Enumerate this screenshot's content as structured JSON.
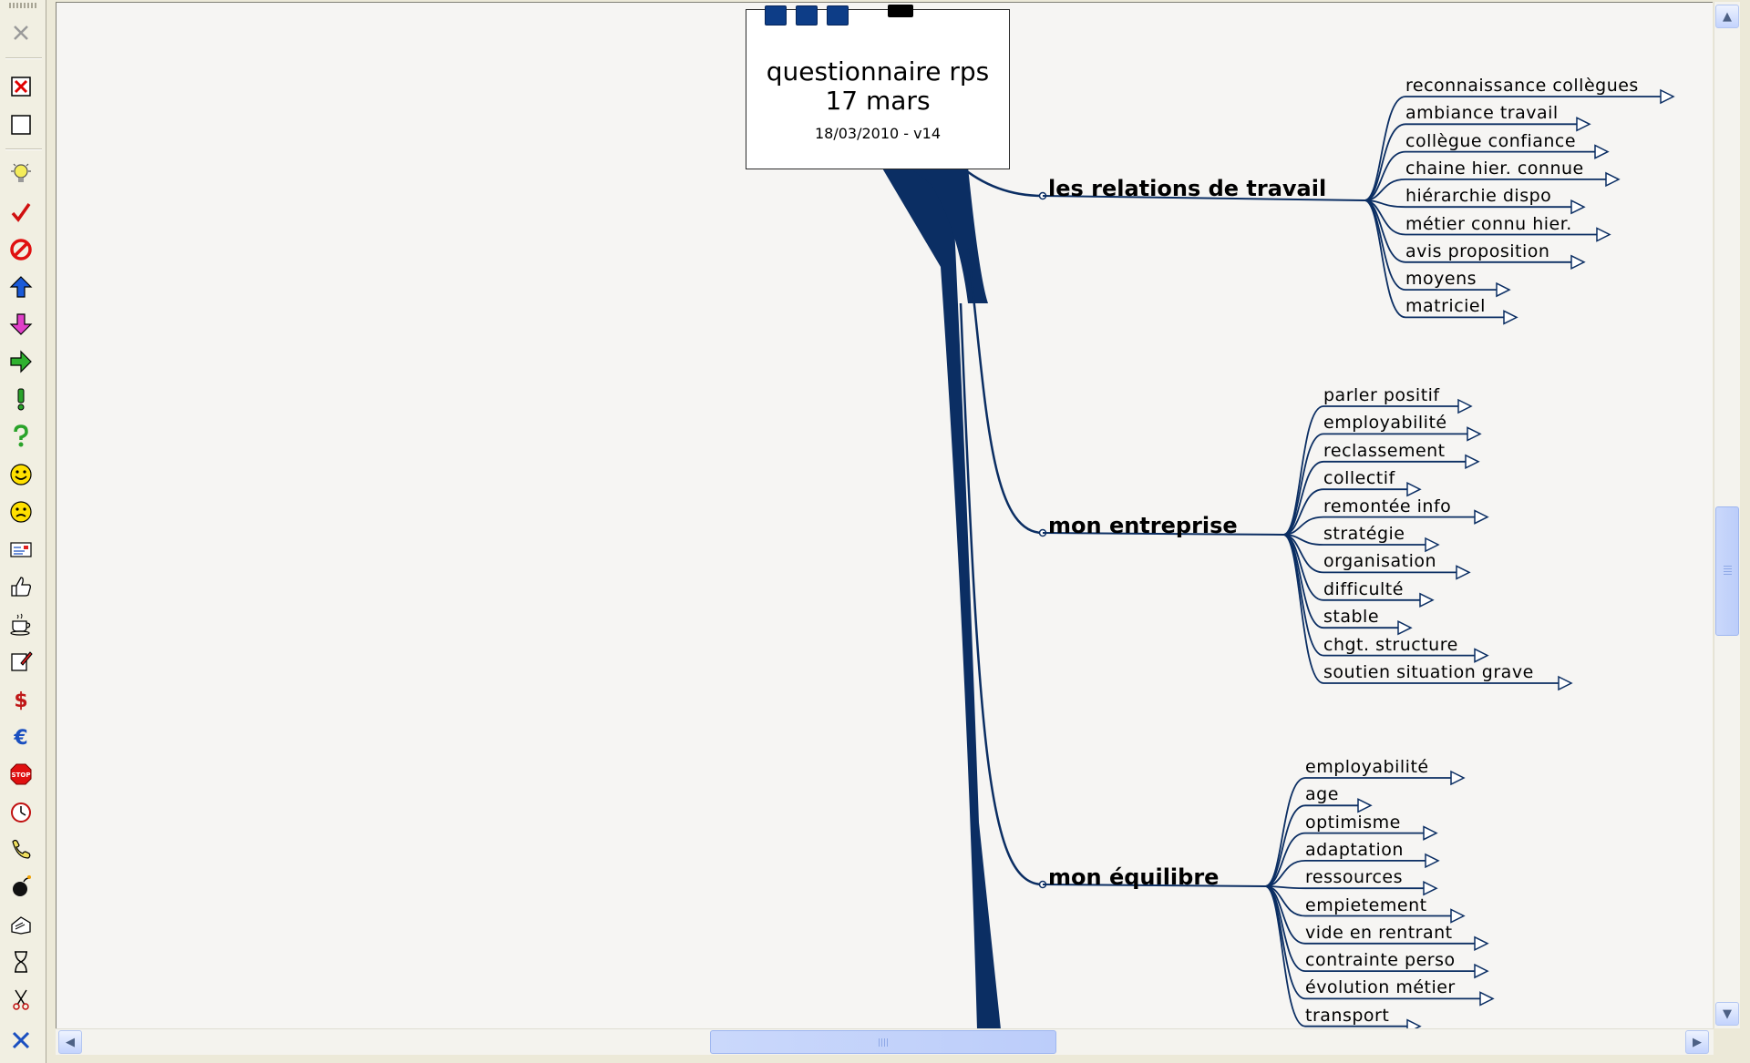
{
  "toolbar": {
    "tools": [
      "close-icon",
      "remove-icon",
      "blank-icon",
      "idea-icon",
      "check-icon",
      "forbidden-icon",
      "arrow-up-icon",
      "arrow-down-icon",
      "arrow-right-icon",
      "exclamation-icon",
      "question-icon",
      "smiley-icon",
      "sad-face-icon",
      "card-icon",
      "thumbs-up-icon",
      "coffee-icon",
      "edit-icon",
      "dollar-icon",
      "euro-icon",
      "stop-icon",
      "clock-icon",
      "phone-icon",
      "bomb-icon",
      "fax-icon",
      "hourglass-icon",
      "scissors-icon",
      "cross-icon"
    ]
  },
  "map": {
    "root": {
      "title": "questionnaire rps\n17 mars",
      "subtitle": "18/03/2010 - v14"
    },
    "branches": [
      {
        "label": "les relations de travail",
        "children": [
          "reconnaissance collègues",
          "ambiance travail",
          "collègue confiance",
          "chaine hier. connue",
          "hiérarchie dispo",
          "métier connu hier.",
          "avis proposition",
          "moyens",
          "matriciel"
        ]
      },
      {
        "label": "mon entreprise",
        "children": [
          "parler positif",
          "employabilité",
          "reclassement",
          "collectif",
          "remontée info",
          "stratégie",
          "organisation",
          "difficulté",
          "stable",
          "chgt. structure",
          "soutien situation grave"
        ]
      },
      {
        "label": "mon équilibre",
        "children": [
          "employabilité",
          "age",
          "optimisme",
          "adaptation",
          "ressources",
          "empietement",
          "vide en rentrant",
          "contrainte perso",
          "évolution métier",
          "transport"
        ]
      }
    ]
  },
  "colors": {
    "connector": "#0b2e63",
    "root_tab": "#0d3d87",
    "canvas": "#f6f5f3"
  }
}
